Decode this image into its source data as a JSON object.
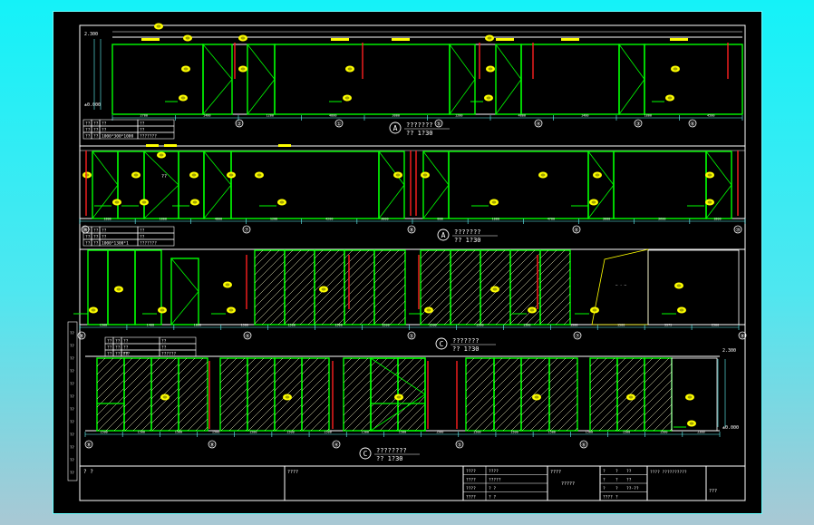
{
  "colors": {
    "background_top": "#14f2f8",
    "canvas": "#000000",
    "frame": "#ffffff",
    "wall": "#ffffff",
    "glass": "#00ff00",
    "accent_red": "#ff2020",
    "tag": "#ffff00",
    "dimension": "#66ffff",
    "hatch": "#ffffcc"
  },
  "elevations": [
    {
      "id": "A1",
      "label_letter": "A",
      "title": "???????",
      "scale": "??  1?30",
      "level_top": "2.300",
      "level_bottom": "±0.000",
      "grid_marks": [
        "②",
        "①",
        "⑤",
        "④",
        "③",
        "⑥"
      ],
      "dims": [
        "2700",
        "1400",
        "1200",
        "4800",
        "3000",
        "1200",
        "4800",
        "1400",
        "1800",
        "4500"
      ],
      "legend": [
        [
          "??",
          "??",
          "??",
          "??"
        ],
        [
          "??",
          "??",
          "??",
          "??"
        ],
        [
          "??",
          "??",
          "1000*300*1000",
          "???????"
        ]
      ]
    },
    {
      "id": "A2",
      "label_letter": "A",
      "title": "???????",
      "scale": "??  1?30",
      "grid_marks": [
        "⑧",
        "⑦",
        "⑧",
        "⑥",
        "⑩"
      ],
      "dims": [
        "1800",
        "1800",
        "4800",
        "1200",
        "4200",
        "3000",
        "800",
        "1000",
        "4700",
        "3000",
        "3600",
        "1800"
      ],
      "legend": [
        [
          "??",
          "??",
          "??",
          "??"
        ],
        [
          "??",
          "??",
          "??",
          "??"
        ],
        [
          "??",
          "??",
          "1000*1300*1",
          "???????"
        ]
      ]
    },
    {
      "id": "C1",
      "label_letter": "C",
      "title": "???????",
      "scale": "??  1?30",
      "grid_marks": [
        "⑧",
        "④",
        "⑤",
        "⑦",
        "⑧"
      ],
      "dims": [
        "1500",
        "1400",
        "1800",
        "1500",
        "1500",
        "1500",
        "1500",
        "1500",
        "1500",
        "1500",
        "1500",
        "1500",
        "3375",
        "2300"
      ],
      "legend": [
        [
          "??",
          "??",
          "??",
          "??"
        ],
        [
          "??",
          "??",
          "??",
          "??"
        ],
        [
          "??",
          "??????",
          "??",
          "??????"
        ]
      ]
    },
    {
      "id": "C2",
      "label_letter": "C",
      "title": "????????",
      "scale": "??   1?30",
      "level_top": "2.300",
      "level_bottom": "±0.000",
      "grid_marks": [
        "⑧",
        "⑧",
        "④",
        "⑤",
        "⑥"
      ],
      "dims": [
        "1500",
        "1500",
        "1500",
        "1500",
        "1500",
        "1500",
        "1500",
        "1500",
        "1500",
        "1500",
        "1500",
        "1500",
        "1500",
        "1500",
        "1500",
        "1500",
        "2300"
      ]
    }
  ],
  "title_block": {
    "project": "? ?",
    "drawing_name": "????",
    "rows": [
      [
        "????",
        "????"
      ],
      [
        "????",
        "?????"
      ],
      [
        "????",
        "? ?"
      ],
      [
        "????",
        "? ?"
      ]
    ],
    "company_label": "????",
    "company_sub": "?????",
    "right_rows": [
      [
        "?",
        "?",
        "??"
      ],
      [
        "?",
        "?",
        "??"
      ],
      [
        "?",
        "?",
        "??-??"
      ],
      [
        "????",
        "?",
        ""
      ]
    ],
    "right_title": "???? ??????????",
    "sheet_no": "???"
  }
}
